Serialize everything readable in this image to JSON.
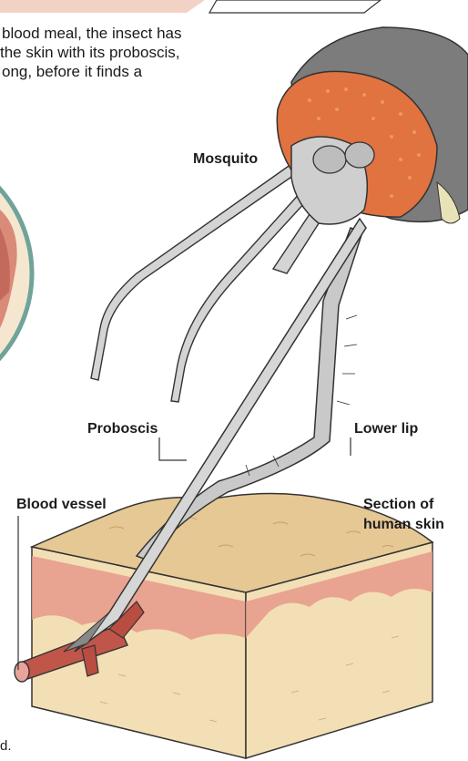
{
  "intro_lines": [
    "blood meal, the insect has",
    "the skin with its proboscis,",
    "ong, before it finds a"
  ],
  "labels": {
    "mosquito": "Mosquito",
    "proboscis": "Proboscis",
    "lower_lip": "Lower lip",
    "blood_vessel": "Blood vessel",
    "skin_section_line1": "Section of",
    "skin_section_line2": "human skin"
  },
  "footer_fragment": "d.",
  "colors": {
    "eye": "#e0733f",
    "head": "#7c7c7c",
    "proboscis": "#c9c9c9",
    "skin_top": "#e6c894",
    "skin_side": "#f3dfb5",
    "skin_pink": "#e59a8a",
    "vessel": "#c0564a",
    "inset_circle": "#6fa39b"
  }
}
